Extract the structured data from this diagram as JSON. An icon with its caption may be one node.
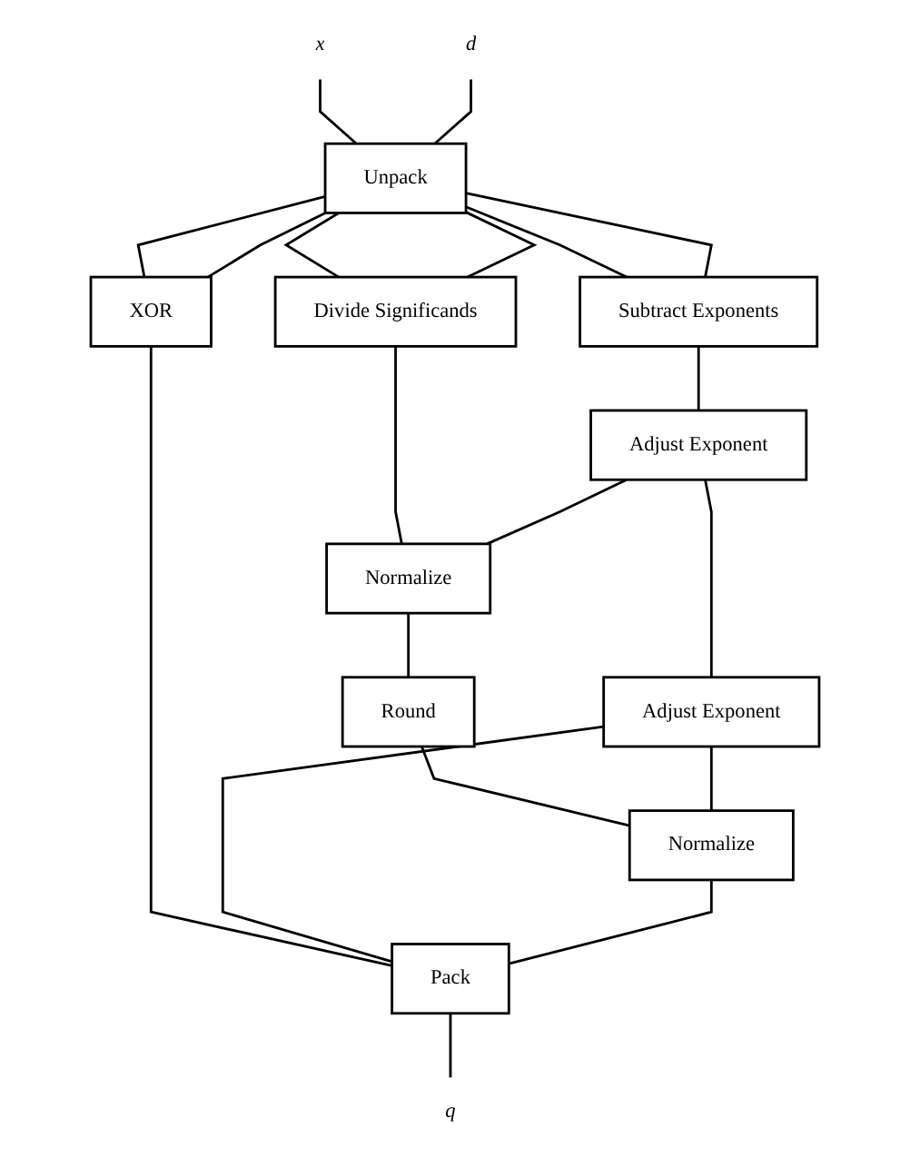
{
  "diagram": {
    "nodes": [
      {
        "text": [
          "x"
        ]
      },
      {
        "text": [
          "d"
        ]
      },
      {
        "text": [
          "Unpack"
        ]
      },
      {
        "text": [
          "Subtract Exponents"
        ]
      },
      {
        "text": [
          "Divide Significands"
        ]
      },
      {
        "text": [
          "XOR"
        ]
      },
      {
        "text": [
          "Adjust Exponent"
        ]
      },
      {
        "text": [
          "Normalize"
        ]
      },
      {
        "text": [
          "Round"
        ]
      },
      {
        "text": [
          "Adjust Exponent"
        ]
      },
      {
        "text": [
          "Normalize"
        ]
      },
      {
        "text": [
          "Pack"
        ]
      },
      {
        "text": [
          "q"
        ]
      }
    ],
    "edges": [
      {
        "from": 0,
        "to": 2,
        "arrow": "none"
      },
      {
        "from": 1,
        "to": 2,
        "arrow": "none"
      },
      {
        "from": 2,
        "to": 5,
        "arrow": "none"
      },
      {
        "from": 2,
        "to": 5,
        "arrow": "none"
      },
      {
        "from": 2,
        "to": 3,
        "arrow": "none"
      },
      {
        "from": 2,
        "to": 3,
        "arrow": "none"
      },
      {
        "from": 2,
        "to": 4,
        "arrow": "none"
      },
      {
        "from": 2,
        "to": 4,
        "arrow": "none"
      },
      {
        "from": 3,
        "to": 6,
        "arrow": "none"
      },
      {
        "from": 4,
        "to": 7,
        "arrow": "none"
      },
      {
        "from": 6,
        "to": 7,
        "arrow": "none"
      },
      {
        "from": 7,
        "to": 8,
        "arrow": "none"
      },
      {
        "from": 8,
        "to": 10,
        "arrow": "none"
      },
      {
        "from": 6,
        "to": 9,
        "arrow": "none"
      },
      {
        "from": 9,
        "to": 10,
        "arrow": "none"
      },
      {
        "from": 5,
        "to": 11,
        "arrow": "none"
      },
      {
        "from": 9,
        "to": 11,
        "arrow": "none"
      },
      {
        "from": 10,
        "to": 11,
        "arrow": "none"
      },
      {
        "from": 11,
        "to": 12,
        "arrow": "none"
      }
    ]
  }
}
